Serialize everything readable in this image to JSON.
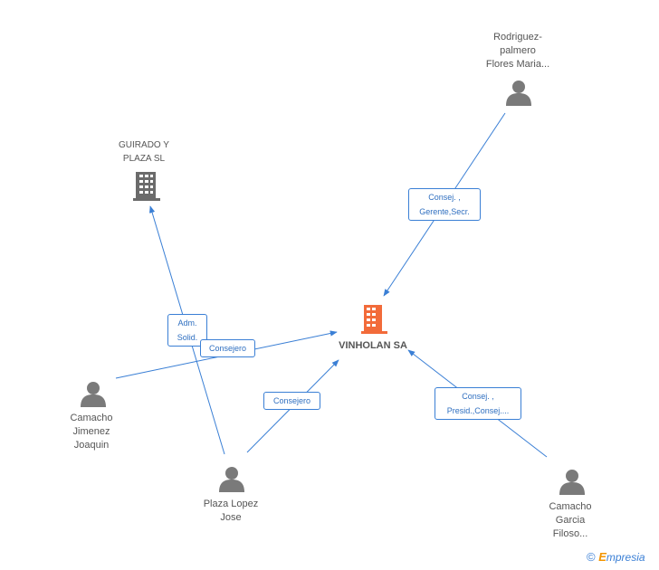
{
  "nodes": {
    "center": {
      "label": "VINHOLAN SA",
      "type": "company",
      "color": "#f26b3a"
    },
    "guirado": {
      "label": "GUIRADO Y\nPLAZA  SL",
      "type": "company",
      "color": "#555555"
    },
    "rodriguez": {
      "label": "Rodriguez-\npalmero\nFlores Maria...",
      "type": "person"
    },
    "camacho_jimenez": {
      "label": "Camacho\nJimenez\nJoaquin",
      "type": "person"
    },
    "plaza_lopez": {
      "label": "Plaza Lopez\nJose",
      "type": "person"
    },
    "camacho_garcia": {
      "label": "Camacho\nGarcia\nFiloso...",
      "type": "person"
    }
  },
  "edges": {
    "rodriguez_center": "Consej. ,\nGerente,Secr.",
    "plaza_guirado": "Adm.\nSolid.",
    "jimenez_center": "Consejero",
    "plaza_center": "Consejero",
    "garcia_center": "Consej. ,\nPresid.,Consej...."
  },
  "colors": {
    "edge": "#3a7fd5",
    "person_icon": "#7a7a7a",
    "company_icon": "#6b6b6b",
    "center_icon": "#f26b3a"
  },
  "footer": {
    "copyright_symbol": "©",
    "brand_e": "E",
    "brand_rest": "mpresia"
  }
}
